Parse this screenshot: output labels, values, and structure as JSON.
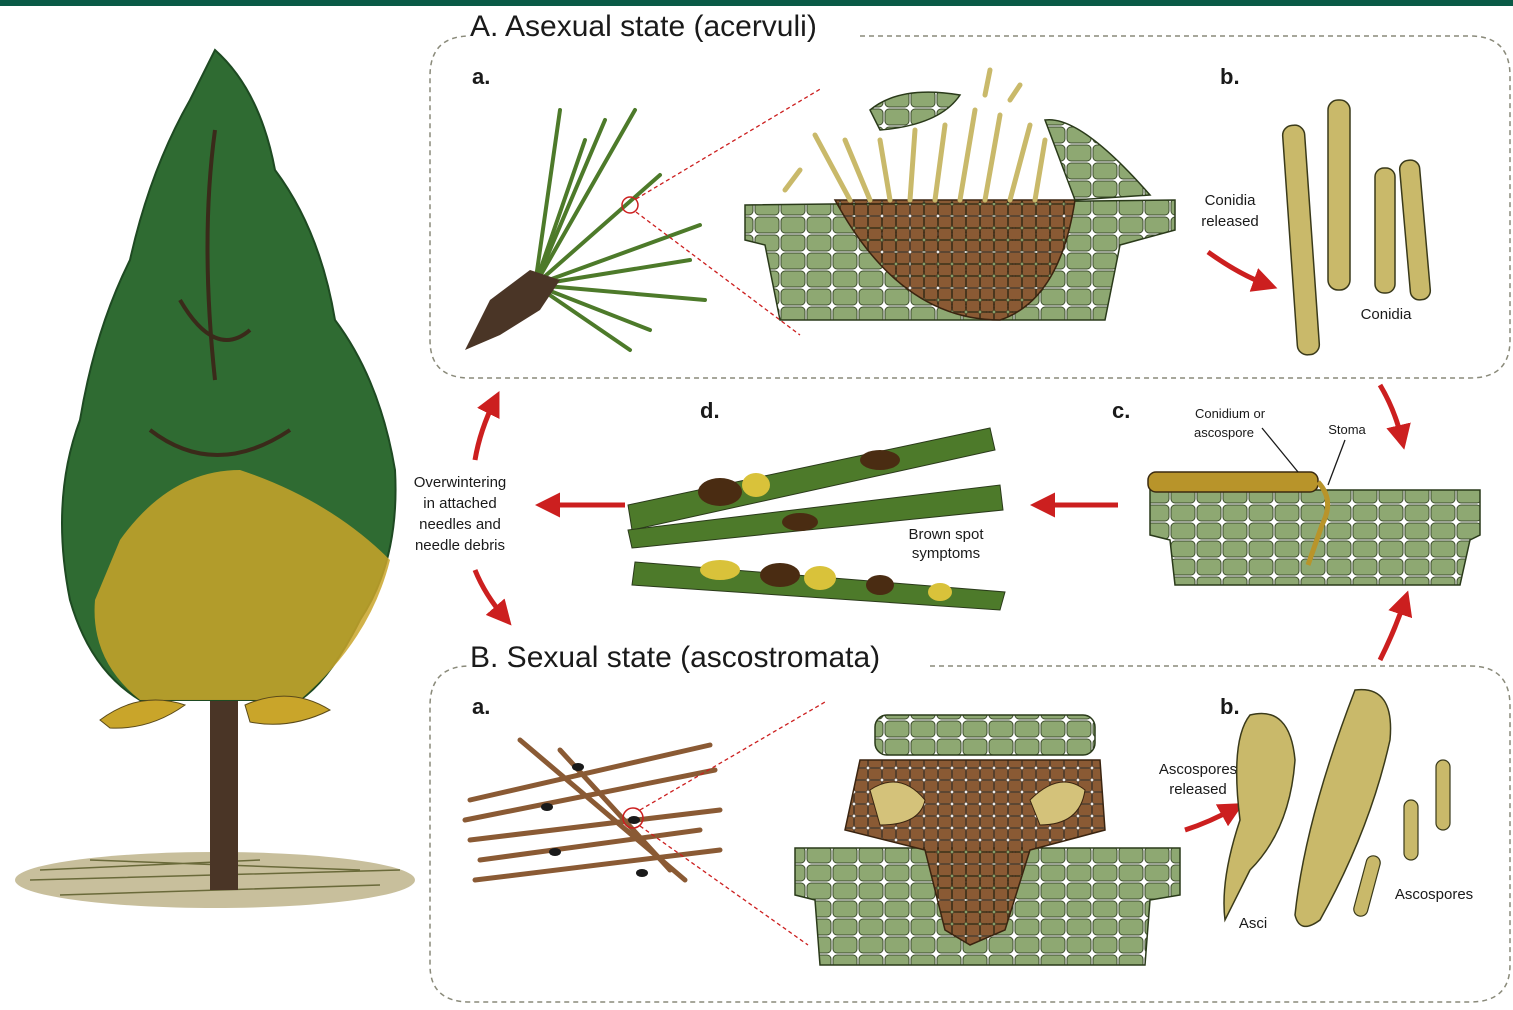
{
  "colors": {
    "top_bar": "#0a5a46",
    "arrow": "#cc1f1f",
    "needle_green": "#4d7a2a",
    "needle_brown": "#8a5a34",
    "cell_green": "#8ea872",
    "cell_brown": "#8a5a34",
    "spore": "#c9b96a",
    "lesion_yellow": "#d9c23a",
    "lesion_brown": "#4a2c12",
    "tree_green": "#2f6b32",
    "tree_yellow": "#c9a52a",
    "trunk": "#4a3526",
    "panel_border": "#8a8a7a"
  },
  "panel_a": {
    "title": "A.  Asexual state (acervuli)",
    "label_a": "a.",
    "label_b": "b.",
    "conidia_released_line1": "Conidia",
    "conidia_released_line2": "released",
    "conidia": "Conidia"
  },
  "panel_b": {
    "title": "B.  Sexual state (ascostromata)",
    "label_a": "a.",
    "label_b": "b.",
    "ascospores_released_line1": "Ascospores",
    "ascospores_released_line2": "released",
    "asci": "Asci",
    "ascospores": "Ascospores"
  },
  "infection": {
    "label": "c.",
    "conidium_line1": "Conidium or",
    "conidium_line2": "ascospore",
    "stoma": "Stoma"
  },
  "symptoms": {
    "label": "d.",
    "line1": "Brown spot",
    "line2": "symptoms"
  },
  "overwintering": {
    "line1": "Overwintering",
    "line2": "in attached",
    "line3": "needles and",
    "line4": "needle debris"
  },
  "icons": [
    "pine-tree-icon",
    "pine-branch-icon",
    "acervulus-section-icon",
    "conidia-icon",
    "needle-debris-icon",
    "ascostroma-section-icon",
    "asci-icon",
    "infection-section-icon",
    "symptomatic-needles-icon",
    "cycle-arrow-icon"
  ]
}
